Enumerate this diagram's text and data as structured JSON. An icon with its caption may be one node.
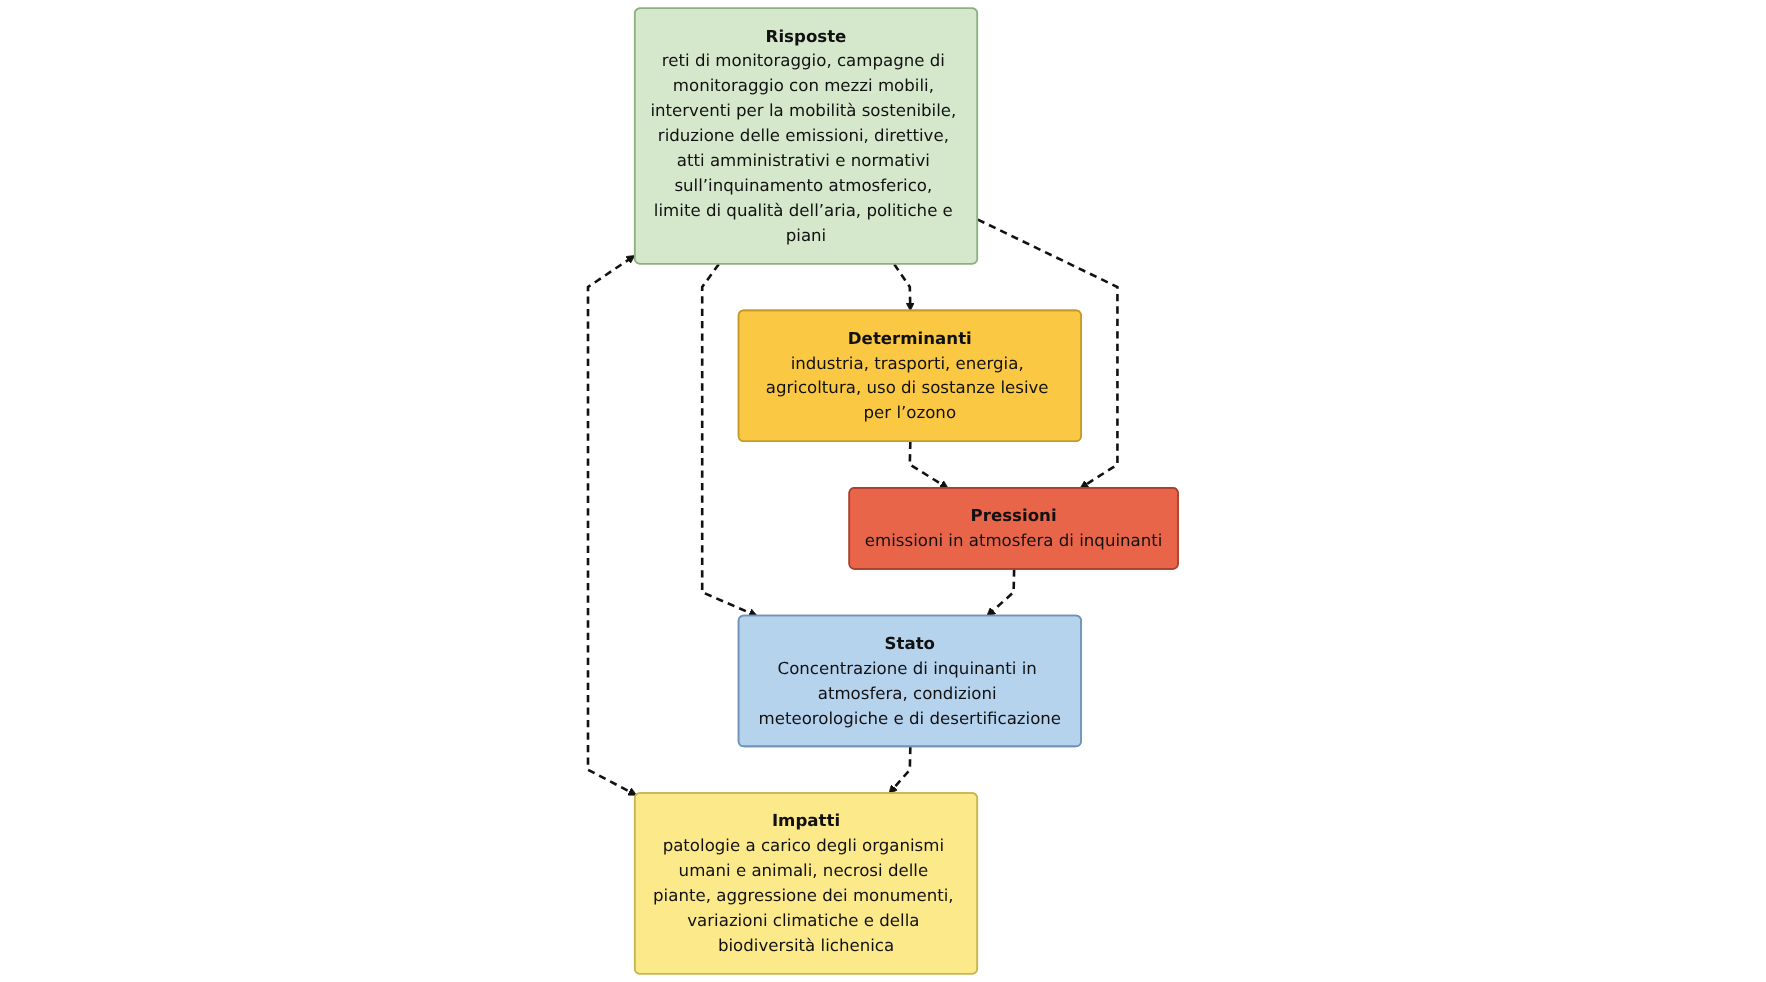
{
  "diagram": {
    "nodes": [
      {
        "text": [
          "Determinanti",
          "industria, trasporti, energia, agricoltura, uso di sostanze lesive per l’ozono"
        ]
      },
      {
        "text": [
          "Risposte",
          "reti di monitoraggio, campagne di monitoraggio con mezzi mobili, interventi per la mobilità sostenibile, riduzione delle emissioni, direttive, atti amministrativi e normativi sull’inquinamento atmosferico, limite di qualità dell’aria, politiche e piani"
        ]
      },
      {
        "text": [
          "Pressioni",
          "emissioni in atmosfera di inquinanti"
        ]
      },
      {
        "text": [
          "Impatti",
          "patologie a carico degli organismi umani e animali, necrosi delle piante, aggressione dei monumenti, variazioni climatiche e della biodiversità lichenica"
        ]
      },
      {
        "text": [
          "Stato",
          "Concentrazione di inquinanti in atmosfera, condizioni meteorologiche e di desertificazione"
        ]
      }
    ],
    "edges": [
      {
        "from": 1,
        "to": 0,
        "arrow": "to",
        "style": "dashed"
      },
      {
        "from": 0,
        "to": 2,
        "arrow": "to",
        "style": "dashed"
      },
      {
        "from": 1,
        "to": 2,
        "arrow": "to",
        "style": "dashed"
      },
      {
        "from": 1,
        "to": 4,
        "arrow": "to",
        "style": "dashed"
      },
      {
        "from": 1,
        "to": 3,
        "arrow": "both",
        "style": "dashed"
      },
      {
        "from": 2,
        "to": 4,
        "arrow": "to",
        "style": "dashed"
      },
      {
        "from": 4,
        "to": 3,
        "arrow": "to",
        "style": "dashed"
      }
    ]
  }
}
